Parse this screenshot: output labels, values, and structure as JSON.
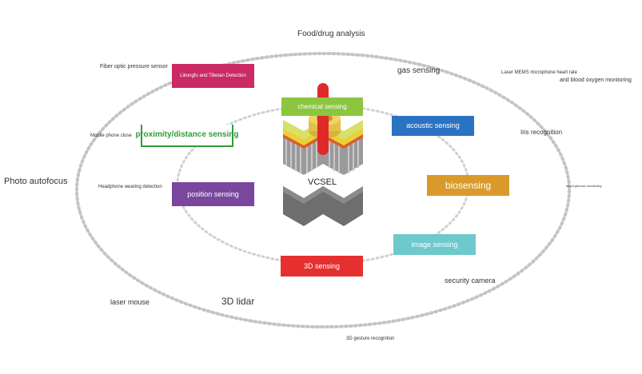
{
  "center_label": "VCSEL",
  "boxes": {
    "chemical": "chemical sensing",
    "acoustic": "acoustic sensing",
    "proximity": "proximity/distance sensing",
    "position": "position sensing",
    "biosensing": "biosensing",
    "image": "image sensing",
    "sensing3d": "3D sensing",
    "liquid": "Likongfu and Tibetan Detection"
  },
  "outer_labels": {
    "food_drug": "Food/drug analysis",
    "gas": "gas sensing",
    "fiber": "Fiber optic pressure sensor",
    "laser_mems_1": "Laser MEMS microphone heart rate",
    "laser_mems_2": "and blood oxygen monitoring",
    "mobile_phone": "Mobile phone close",
    "iris": "Iris recognition",
    "photo_autofocus": "Photo autofocus",
    "headphone": "Headphone wearing detection",
    "blood_glucose": "blood glucose monitoring",
    "security": "security camera",
    "laser_mouse": "laser mouse",
    "lidar": "3D lidar",
    "gesture": "3D gesture recognition"
  },
  "colors": {
    "chemical": "#8cc63f",
    "acoustic": "#2a72c2",
    "proximity": "#2e9c3a",
    "position": "#7a479c",
    "biosensing": "#d99a2b",
    "image": "#6ec9cc",
    "sensing3d": "#e63030",
    "liquid": "#cc2a64"
  }
}
